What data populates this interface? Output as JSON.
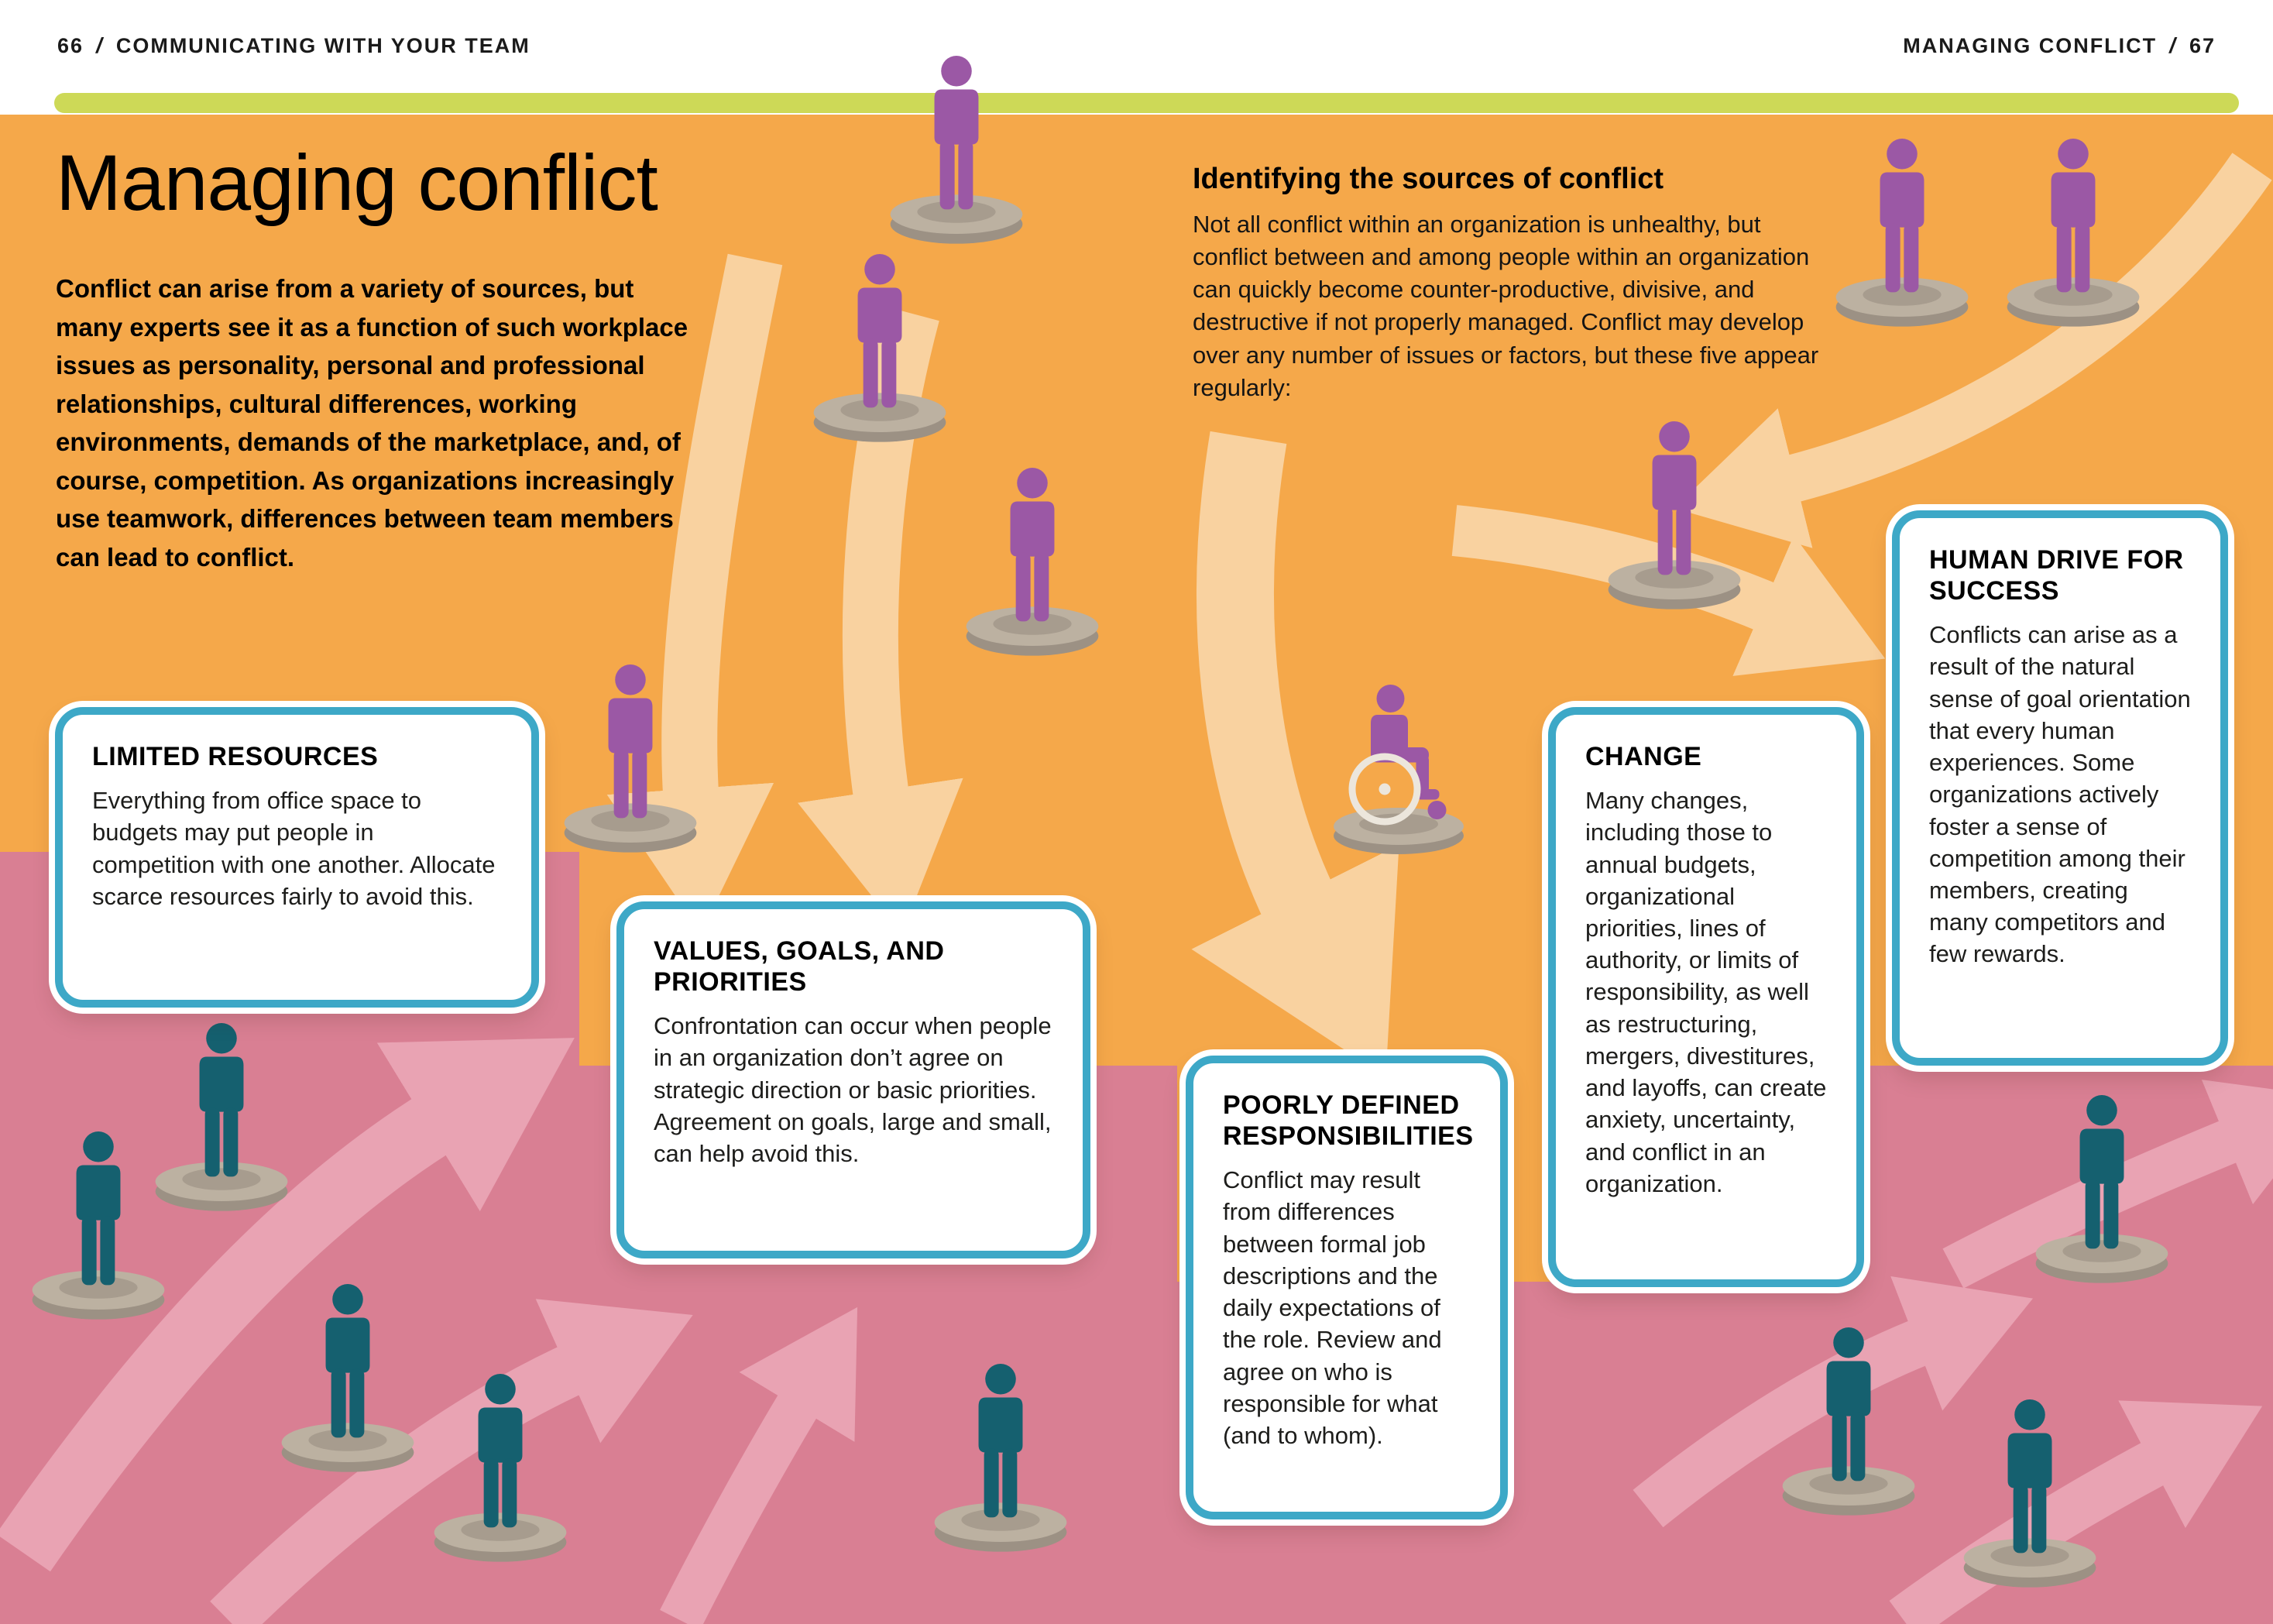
{
  "page": {
    "header": {
      "left_page_number": "66",
      "left_separator": "/",
      "left_title": "COMMUNICATING WITH YOUR TEAM",
      "right_title": "MANAGING CONFLICT",
      "right_separator": "/",
      "right_page_number": "67"
    },
    "title": "Managing conflict",
    "intro": "Conflict can arise from a variety of sources, but many experts see it as a function of such workplace issues as personality, personal and professional relationships, cultural differences, working environments, demands of the marketplace, and, of course, competition. As organizations increasingly use teamwork, differences between team members can lead to conflict.",
    "section": {
      "heading": "Identifying the sources of conflict",
      "body": "Not all conflict within an organization is unhealthy, but conflict between and among people within an organization can quickly become counter-productive, divisive, and destructive if not properly managed. Conflict may develop over any number of issues or factors, but these five appear regularly:"
    },
    "boxes": [
      {
        "title": "LIMITED RESOURCES",
        "body": "Everything from office space to budgets may put people in competition with one another. Allocate scarce resources fairly to avoid this."
      },
      {
        "title": "VALUES, GOALS, AND PRIORITIES",
        "body": "Confrontation can occur when people in an organization don’t agree on strategic direction or basic priorities. Agreement on goals, large and small, can help avoid this."
      },
      {
        "title": "POORLY DEFINED RESPONSIBILITIES",
        "body": "Conflict may result from differences between formal job descriptions and the daily expectations of the role. Review and agree on who is responsible for what (and to whom)."
      },
      {
        "title": "CHANGE",
        "body": "Many changes, including those to annual budgets, organizational priorities, lines of authority, or limits of responsibility, as well as restructuring, mergers, divestitures, and layoffs, can create anxiety, uncertainty, and conflict in an organization."
      },
      {
        "title": "HUMAN DRIVE FOR SUCCESS",
        "body": "Conflicts can arise as a result of the natural sense of goal orientation that every human experiences. Some organizations actively foster a sense of competition among their members, creating many competitors and few rewards."
      }
    ],
    "colors": {
      "orange_background": "#f5a84a",
      "pink_background": "#d97f93",
      "arrow_on_orange": "#f9d2a0",
      "arrow_on_pink": "#e9a3b3",
      "box_border_teal": "#3da8c7",
      "figure_purple": "#9b58a5",
      "figure_teal": "#15606f",
      "platform_gray": "#bcb1a1",
      "accent_bar_green": "#cdd957"
    }
  }
}
